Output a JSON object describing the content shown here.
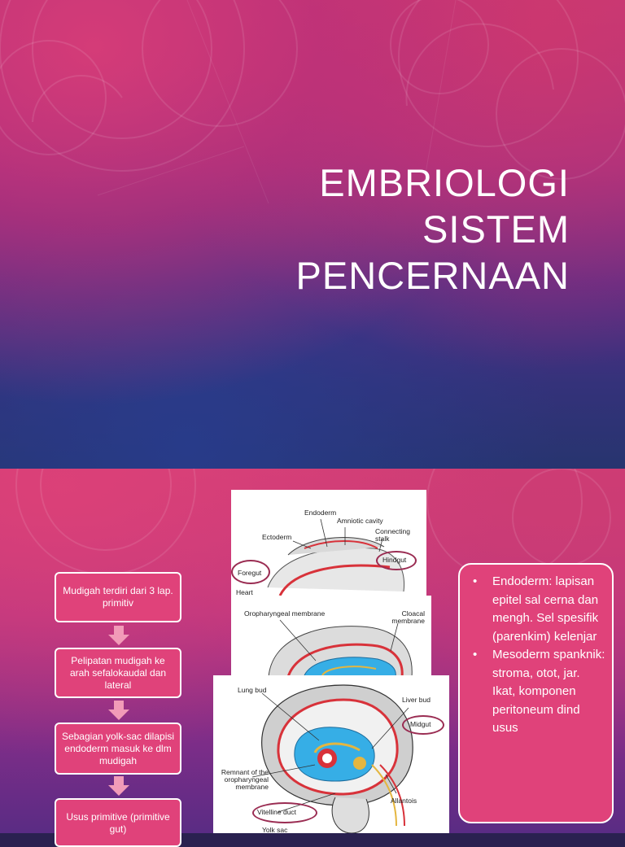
{
  "slide1": {
    "title_lines": [
      "EMBRIOLOGI",
      "SISTEM",
      "PENCERNAAN"
    ],
    "colors": {
      "top": "#c23a7a",
      "bottom": "#27346f",
      "title": "#ffffff"
    }
  },
  "slide2": {
    "flow_steps": [
      "Mudigah terdiri dari 3 lap. primitiv",
      "Pelipatan mudigah ke arah sefalokaudal dan lateral",
      "Sebagian yolk-sac dilapisi endoderm masuk ke dlm mudigah",
      "Usus primitive (primitive gut)"
    ],
    "diagram_top": {
      "labels": {
        "endoderm": "Endoderm",
        "amniotic_cavity": "Amniotic cavity",
        "ectoderm": "Ectoderm",
        "connecting_stalk": "Connecting stalk",
        "hindgut": "Hindgut",
        "foregut": "Foregut",
        "heart": "Heart"
      }
    },
    "diagram_middle": {
      "labels": {
        "oropharyngeal_membrane": "Oropharyngeal membrane",
        "cloacal_membrane": "Cloacal membrane"
      }
    },
    "diagram_bottom": {
      "labels": {
        "lung_bud": "Lung bud",
        "liver_bud": "Liver bud",
        "midgut": "Midgut",
        "remnant": "Remnant of the oropharyngeal membrane",
        "allantois": "Allantois",
        "vitelline_duct": "Vitelline duct",
        "yolk_sac": "Yolk sac"
      }
    },
    "bullets": [
      "Endoderm: lapisan epitel sal cerna dan mengh. Sel spesifik (parenkim) kelenjar",
      "Mesoderm spanknik: stroma, otot, jar. Ikat, komponen peritoneum dind usus"
    ],
    "colors": {
      "box_fill": "#e0427a",
      "arrow": "#f29bb8",
      "oval": "#9a2c52",
      "tissue_red": "#d8323a",
      "tissue_blue": "#36aee6"
    }
  }
}
